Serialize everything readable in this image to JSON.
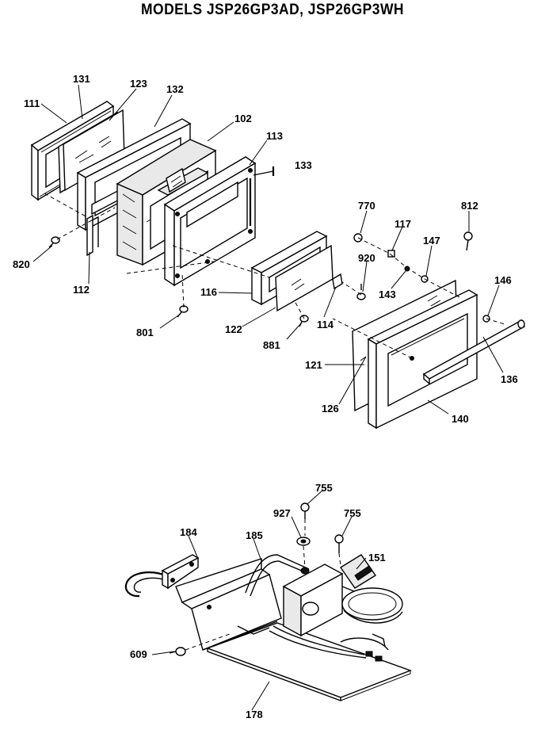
{
  "header": {
    "title": "MODELS JSP26GP3AD, JSP26GP3WH"
  },
  "door_assembly": {
    "callouts": [
      "131",
      "123",
      "132",
      "111",
      "102",
      "113",
      "133",
      "820",
      "112",
      "801",
      "116",
      "122",
      "114",
      "881",
      "770",
      "117",
      "812",
      "147",
      "920",
      "143",
      "146",
      "121",
      "136",
      "126",
      "140"
    ]
  },
  "hinge_assembly": {
    "callouts": [
      "755",
      "927",
      "755",
      "184",
      "185",
      "151",
      "609",
      "178"
    ]
  }
}
